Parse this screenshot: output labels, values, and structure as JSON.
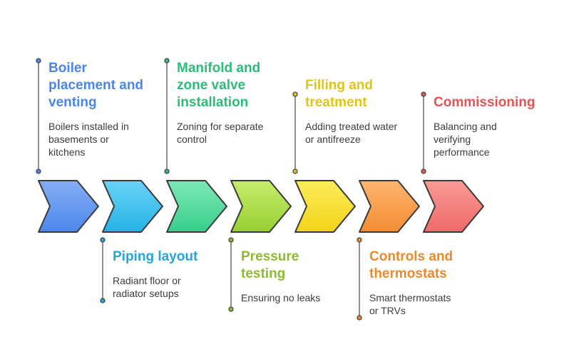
{
  "steps": [
    {
      "title": "Boiler placement and venting",
      "title_lines": [
        "Boiler",
        "placement and",
        "venting"
      ],
      "desc_lines": [
        "Boilers installed in",
        "basements or",
        "kitchens"
      ],
      "color": "#4a86e8",
      "fill_top": "#86aef5",
      "fill_bottom": "#4c87ea",
      "pos": "top"
    },
    {
      "title": "Piping layout",
      "title_lines": [
        "Piping layout"
      ],
      "desc_lines": [
        "Radiant floor or",
        "radiator setups"
      ],
      "color": "#22a7d8",
      "fill_top": "#6ad3f7",
      "fill_bottom": "#26b2e6",
      "pos": "bottom"
    },
    {
      "title": "Manifold and zone valve installation",
      "title_lines": [
        "Manifold and",
        "zone valve",
        "installation"
      ],
      "desc_lines": [
        "Zoning for separate",
        "control"
      ],
      "color": "#2dbb7a",
      "fill_top": "#7ee8b4",
      "fill_bottom": "#37cf8b",
      "pos": "top"
    },
    {
      "title": "Pressure testing",
      "title_lines": [
        "Pressure",
        "testing"
      ],
      "desc_lines": [
        "Ensuring no leaks"
      ],
      "color": "#8dbb2c",
      "fill_top": "#c6ec6c",
      "fill_bottom": "#98cf32",
      "pos": "bottom"
    },
    {
      "title": "Filling and treatment",
      "title_lines": [
        "Filling and",
        "treatment"
      ],
      "desc_lines": [
        "Adding treated water",
        "or antifreeze"
      ],
      "color": "#e1c514",
      "fill_top": "#fbec5a",
      "fill_bottom": "#f3d41a",
      "pos": "top"
    },
    {
      "title": "Controls and thermostats",
      "title_lines": [
        "Controls and",
        "thermostats"
      ],
      "desc_lines": [
        "Smart thermostats",
        "or TRVs"
      ],
      "color": "#e98a2b",
      "fill_top": "#fdb56e",
      "fill_bottom": "#f48d34",
      "pos": "bottom"
    },
    {
      "title": "Commissioning",
      "title_lines": [
        "Commissioning"
      ],
      "desc_lines": [
        "Balancing and",
        "verifying",
        "performance"
      ],
      "color": "#e35555",
      "fill_top": "#f89a95",
      "fill_bottom": "#ef6a68",
      "pos": "top"
    }
  ]
}
